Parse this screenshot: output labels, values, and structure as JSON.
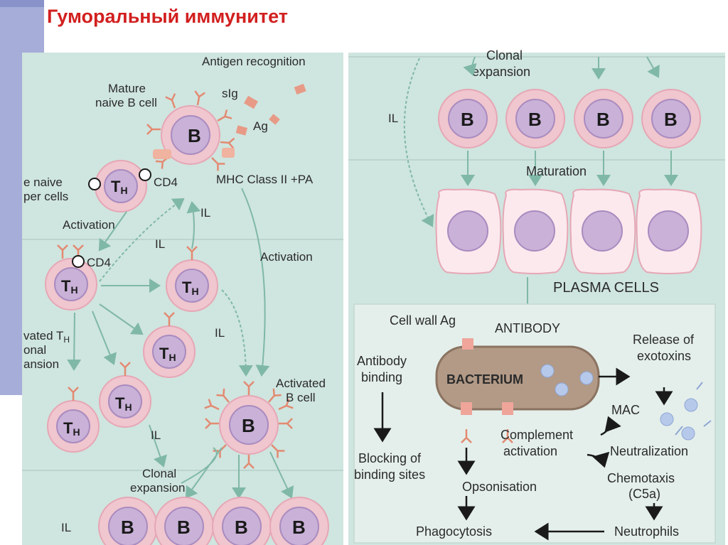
{
  "title": "Гуморальный иммунитет",
  "colors": {
    "title": "#d21f1f",
    "panel": "#cfe5df",
    "cell_outer": "#f0c6cf",
    "cell_nucleus": "#c9b1d8",
    "arrow": "#7fb8a6",
    "bacterium": "#b29a87",
    "antibody_box": "#e4efeb"
  },
  "left": {
    "antigen_recognition": "Antigen recognition",
    "mature_naive_1": "Mature",
    "mature_naive_2": "naive B cell",
    "sig": "sIg",
    "ag": "Ag",
    "mhc": "MHC Class II +PA",
    "naive_1": "e naive",
    "naive_2": "per cells",
    "cd4_top": "CD4",
    "activation_1": "Activation",
    "il_1": "IL",
    "il_2": "IL",
    "cd4_mid": "CD4",
    "activation_2": "Activation",
    "activated_th_1": "vated T",
    "activated_th_sub": "H",
    "activated_th_2": "onal",
    "activated_th_3": "ansion",
    "il_3": "IL",
    "il_4": "IL",
    "activated_b_1": "Activated",
    "activated_b_2": "B cell",
    "clonal_1": "Clonal",
    "clonal_2": "expansion",
    "il_5": "IL",
    "b": "B",
    "th": "T",
    "th_sub": "H"
  },
  "right": {
    "clonal_1": "Clonal",
    "clonal_2": "expansion",
    "il": "IL",
    "maturation": "Maturation",
    "plasma_cells": "PLASMA CELLS",
    "cell_wall_ag": "Cell wall Ag",
    "antibody": "ANTIBODY",
    "release_1": "Release of",
    "release_2": "exotoxins",
    "antibody_binding_1": "Antibody",
    "antibody_binding_2": "binding",
    "bacterium": "BACTERIUM",
    "mac": "MAC",
    "complement_1": "Complement",
    "complement_2": "activation",
    "neutralization": "Neutralization",
    "blocking_1": "Blocking of",
    "blocking_2": "binding sites",
    "chemotaxis_1": "Chemotaxis",
    "chemotaxis_2": "(C5a)",
    "opsonisation": "Opsonisation",
    "phagocytosis": "Phagocytosis",
    "neutrophils": "Neutrophils",
    "b": "B"
  }
}
